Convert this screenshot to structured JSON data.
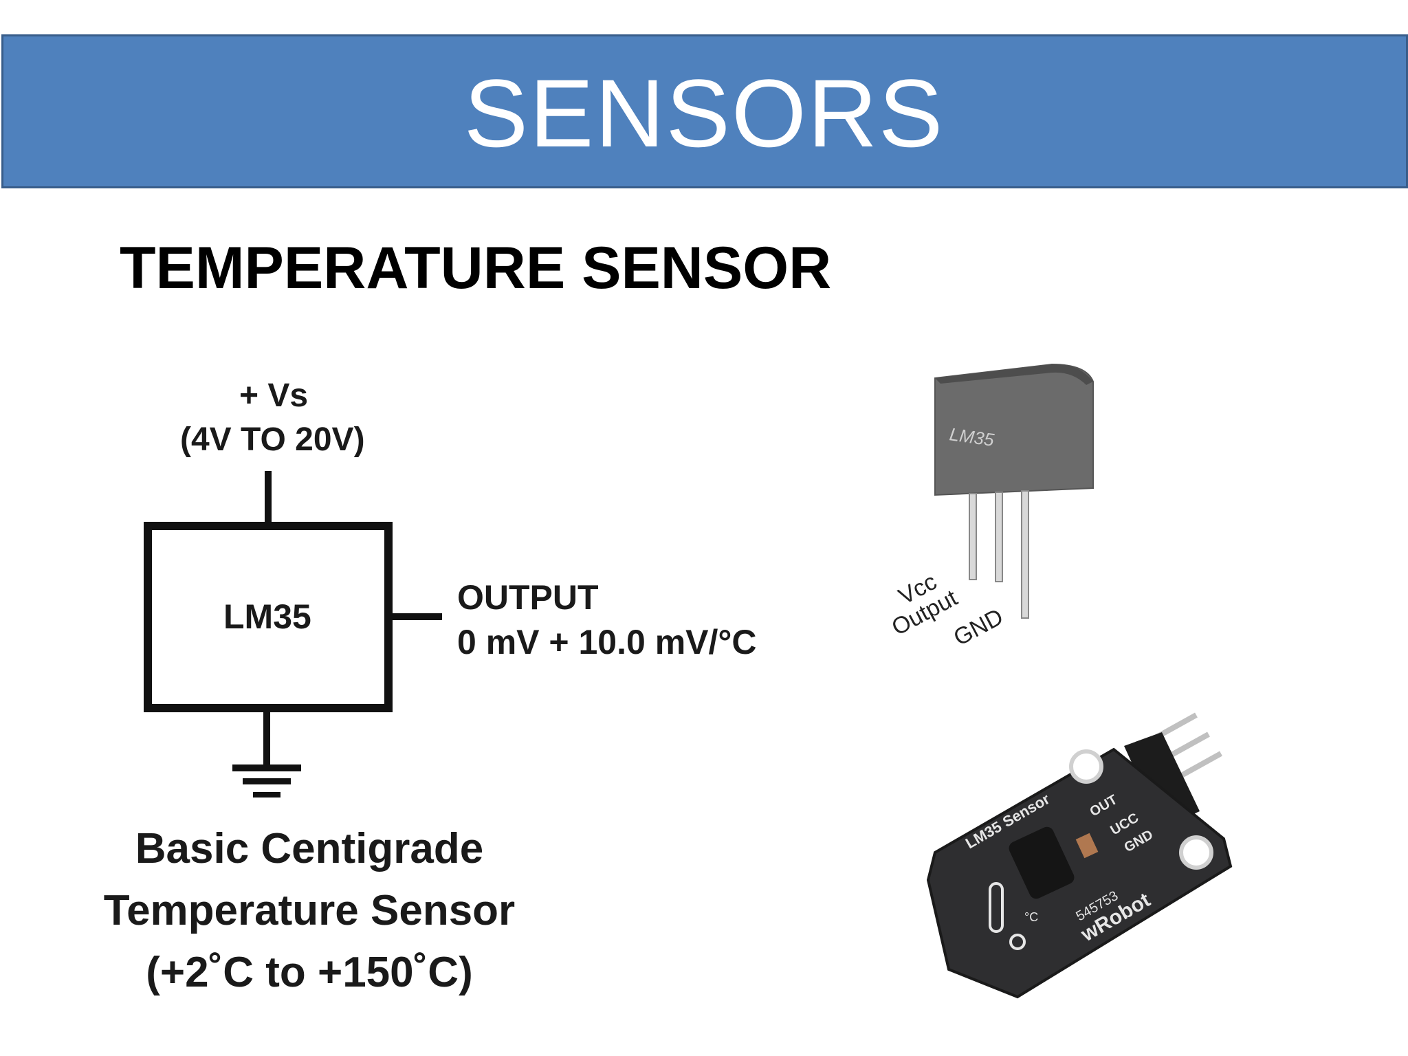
{
  "slide": {
    "title": "SENSORS",
    "subtitle": "TEMPERATURE SENSOR"
  },
  "schematic": {
    "supply_label": "+ Vs",
    "supply_range": "(4V TO 20V)",
    "chip_label": "LM35",
    "output_label": "OUTPUT",
    "output_formula": "0 mV + 10.0 mV/°C"
  },
  "caption": {
    "line1": "Basic Centigrade",
    "line2": "Temperature Sensor",
    "line3": "(+2˚C to +150˚C)"
  },
  "package_photo": {
    "part_marking": "LM35",
    "pin_vcc": "Vcc",
    "pin_output": "Output",
    "pin_gnd": "GND"
  },
  "module_photo": {
    "board_label": "LM35 Sensor",
    "pin_out": "OUT",
    "pin_vcc": "UCC",
    "pin_gnd": "GND",
    "serial": "545753",
    "brand": "wRobot",
    "unit_mark": "°C"
  },
  "colors": {
    "title_bar": "#4f81bd",
    "title_border": "#385d8a",
    "package_body": "#6b6b6b",
    "board": "#2e2e30"
  }
}
